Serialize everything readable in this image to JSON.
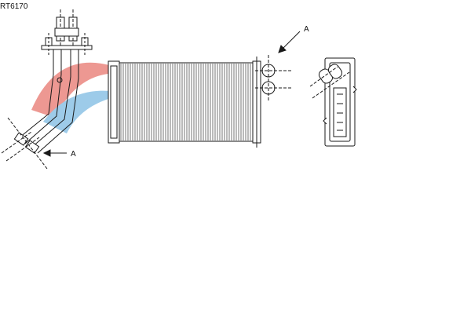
{
  "diagram": {
    "part_code": "RT6170",
    "view_marker_top": "A",
    "view_marker_left": "A"
  },
  "colors": {
    "line": "#1a1a1a",
    "watermark_red": "#e0453a",
    "watermark_blue": "#4ea2d8"
  }
}
